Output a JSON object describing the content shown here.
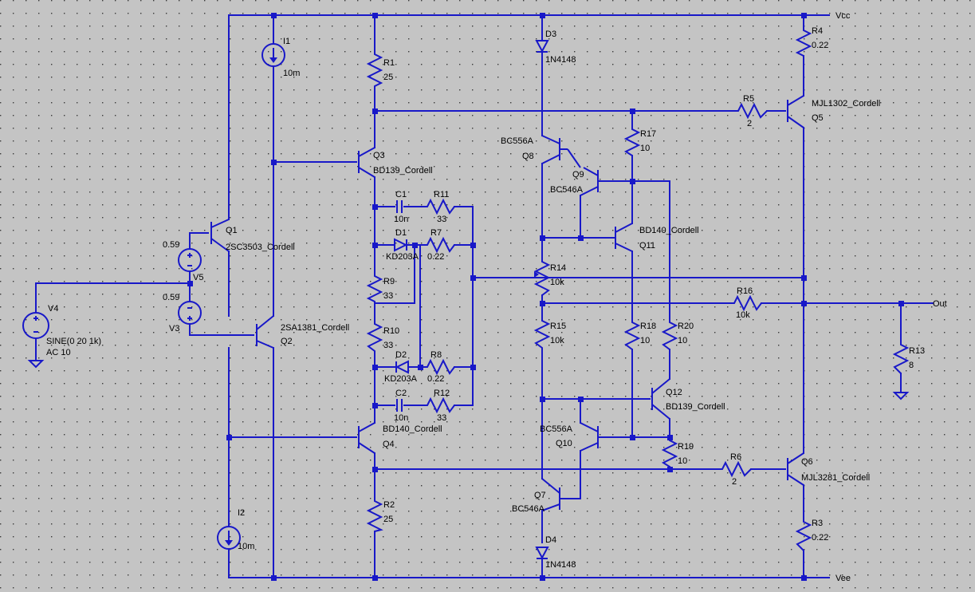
{
  "colors": {
    "background": "#c4c4c4",
    "wire": "#1818c8",
    "text": "#000000"
  },
  "nets": {
    "vcc": "Vcc",
    "vee": "Vee",
    "out": "Out"
  },
  "components": {
    "Q1": {
      "name": "Q1",
      "value": "2SC3503_Cordell"
    },
    "Q2": {
      "name": "Q2",
      "value": "2SA1381_Cordell"
    },
    "Q3": {
      "name": "Q3",
      "value": "BD139_Cordell"
    },
    "Q4": {
      "name": "Q4",
      "value": "BD140_Cordell"
    },
    "Q5": {
      "name": "Q5",
      "value": "MJL1302_Cordell"
    },
    "Q6": {
      "name": "Q6",
      "value": "MJL3281_Cordell"
    },
    "Q7": {
      "name": "Q7",
      "value": "BC546A"
    },
    "Q8": {
      "name": "Q8",
      "value": "BC556A"
    },
    "Q9": {
      "name": "Q9",
      "value": "BC546A"
    },
    "Q10": {
      "name": "Q10",
      "value": "BC556A"
    },
    "Q11": {
      "name": "Q11",
      "value": "BD140_Cordell"
    },
    "Q12": {
      "name": "Q12",
      "value": "BD139_Cordell"
    },
    "R1": {
      "name": "R1",
      "value": "25"
    },
    "R2": {
      "name": "R2",
      "value": "25"
    },
    "R3": {
      "name": "R3",
      "value": "0.22"
    },
    "R4": {
      "name": "R4",
      "value": "0.22"
    },
    "R5": {
      "name": "R5",
      "value": "2"
    },
    "R6": {
      "name": "R6",
      "value": "2"
    },
    "R7": {
      "name": "R7",
      "value": "0.22"
    },
    "R8": {
      "name": "R8",
      "value": "0.22"
    },
    "R9": {
      "name": "R9",
      "value": "33"
    },
    "R10": {
      "name": "R10",
      "value": "33"
    },
    "R11": {
      "name": "R11",
      "value": "33"
    },
    "R12": {
      "name": "R12",
      "value": "33"
    },
    "R13": {
      "name": "R13",
      "value": "8"
    },
    "R14": {
      "name": "R14",
      "value": "10k"
    },
    "R15": {
      "name": "R15",
      "value": "10k"
    },
    "R16": {
      "name": "R16",
      "value": "10k"
    },
    "R17": {
      "name": "R17",
      "value": "10"
    },
    "R18": {
      "name": "R18",
      "value": "10"
    },
    "R19": {
      "name": "R19",
      "value": "10"
    },
    "R20": {
      "name": "R20",
      "value": "10"
    },
    "C1": {
      "name": "C1",
      "value": "10n"
    },
    "C2": {
      "name": "C2",
      "value": "10n"
    },
    "D1": {
      "name": "D1",
      "value": "KD203A"
    },
    "D2": {
      "name": "D2",
      "value": "KD203A"
    },
    "D3": {
      "name": "D3",
      "value": "1N4148"
    },
    "D4": {
      "name": "D4",
      "value": "1N4148"
    },
    "I1": {
      "name": "I1",
      "value": "10m"
    },
    "I2": {
      "name": "I2",
      "value": "10m"
    },
    "V3": {
      "name": "V3",
      "value": "0.59"
    },
    "V5": {
      "name": "V5",
      "value": "0.59"
    },
    "V4": {
      "name": "V4",
      "value": "SINE(0 20 1k)",
      "ac": "AC 10"
    }
  }
}
